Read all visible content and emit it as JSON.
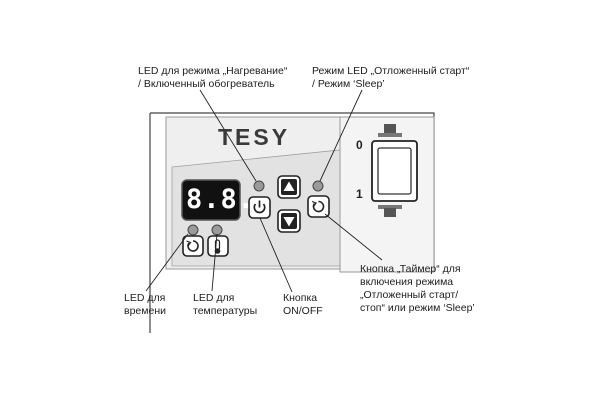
{
  "device": {
    "brand": "TESY",
    "display_digits": "8.8.",
    "switch": {
      "top_label": "0",
      "bottom_label": "1"
    }
  },
  "callouts": {
    "heating_led": [
      "LED для режима „Нагревание“",
      "/ Включенный обогреватель"
    ],
    "delayed_start_led": [
      "Режим LED „Отложенный старт“",
      "/ Режим ‘Sleep’"
    ],
    "timer_button": [
      "Кнопка „Таймер“ для",
      "включения режима",
      "„Отложенный старт/",
      "стоп“ или режим ‘Sleep’"
    ],
    "time_led": [
      "LED для",
      "времени"
    ],
    "temperature_led": [
      "LED для",
      "температуры"
    ],
    "on_off_button": [
      "Кнопка",
      "ON/OFF"
    ]
  }
}
